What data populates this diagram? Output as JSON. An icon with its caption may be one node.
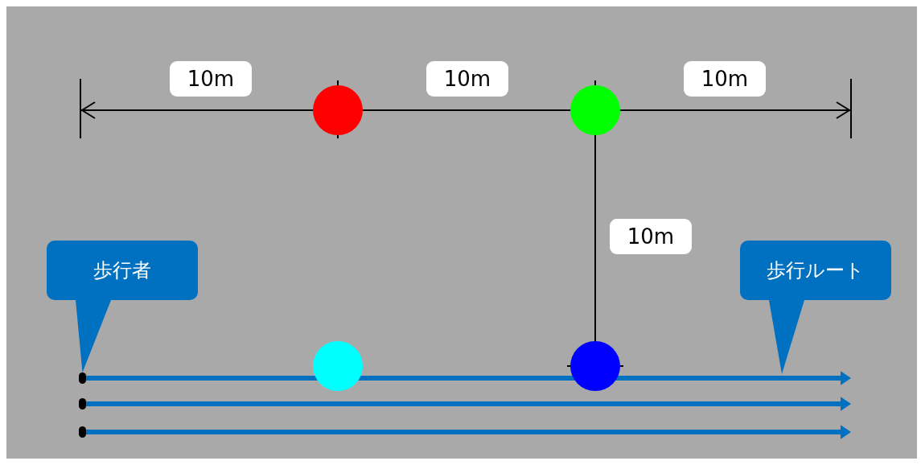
{
  "diagram": {
    "nodes": [
      {
        "text": [
          "歩行者"
        ]
      },
      {
        "text": [
          "歩行ルート"
        ]
      },
      {
        "text": [],
        "shape": "circle"
      },
      {
        "text": [],
        "shape": "circle"
      },
      {
        "text": [],
        "shape": "circle"
      },
      {
        "text": [],
        "shape": "circle"
      },
      {
        "text": [],
        "shape": "circle"
      },
      {
        "text": [],
        "shape": "circle"
      },
      {
        "text": [],
        "shape": "circle"
      }
    ],
    "edges": [
      {
        "from": 0,
        "to": 6,
        "arrow": "to"
      },
      {
        "from": 1,
        "to": null,
        "arrow": "to"
      },
      {
        "from": 6,
        "to": null,
        "arrow": "to"
      },
      {
        "from": 7,
        "to": null,
        "arrow": "to"
      },
      {
        "from": 8,
        "to": null,
        "arrow": "to"
      }
    ],
    "labels": [
      "10m",
      "10m",
      "10m",
      "10m"
    ]
  }
}
